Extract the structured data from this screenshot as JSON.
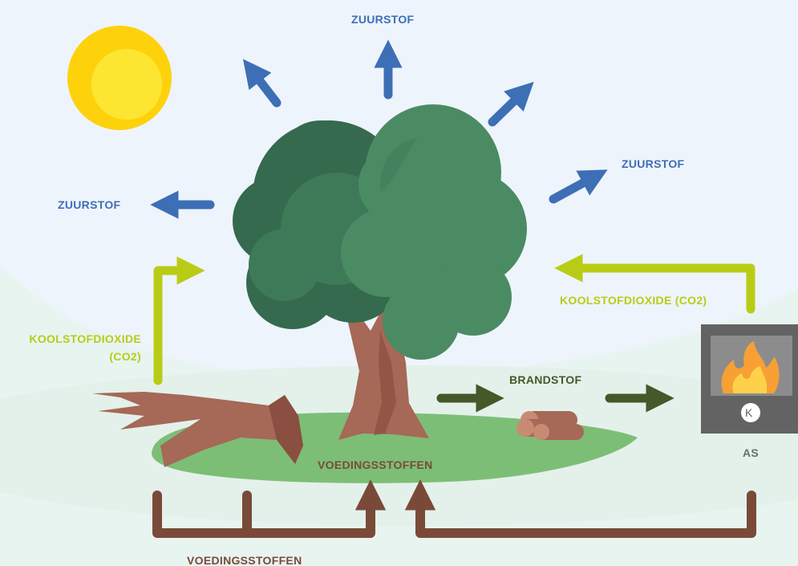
{
  "labels": {
    "oxygen_top": "ZUURSTOF",
    "oxygen_left": "ZUURSTOF",
    "oxygen_right": "ZUURSTOF",
    "co2_left_line1": "KOOLSTOFDIOXIDE",
    "co2_left_line2": "(CO2)",
    "co2_right": "KOOLSTOFDIOXIDE (CO2)",
    "fuel": "BRANDSTOF",
    "ash": "AS",
    "nutrients_ground": "VOEDINGSSTOFFEN",
    "nutrients_bottom": "VOEDINGSSTOFFEN",
    "stove_logo": "K"
  },
  "colors": {
    "oxygen": "#3d6fb6",
    "co2": "#b8cc16",
    "nutrients": "#7a4a39",
    "fuel": "#46582a",
    "sky": "#eef4fb",
    "ground": "#e8f4f0"
  },
  "icons": [
    "sun-icon",
    "tree-icon",
    "fallen-trunk-icon",
    "firewood-logs-icon",
    "stove-icon",
    "flame-icon"
  ]
}
